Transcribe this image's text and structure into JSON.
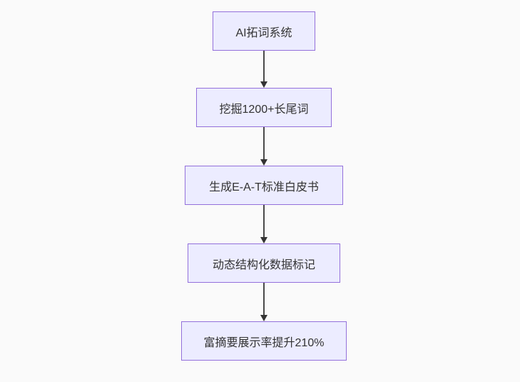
{
  "page": {
    "background_color": "#fafafa"
  },
  "diagram": {
    "type": "flowchart",
    "direction": "top-down",
    "node_fill_color": "#ECECFF",
    "node_border_color": "#9370DB",
    "text_color": "#333333",
    "arrow_color": "#333333",
    "nodes": [
      {
        "id": "node-1",
        "label": "AI拓词系统"
      },
      {
        "id": "node-2",
        "label": "挖掘1200+长尾词"
      },
      {
        "id": "node-3",
        "label": "生成E-A-T标准白皮书"
      },
      {
        "id": "node-4",
        "label": "动态结构化数据标记"
      },
      {
        "id": "node-5",
        "label": "富摘要展示率提升210%"
      }
    ],
    "edges": [
      {
        "from": "node-1",
        "to": "node-2"
      },
      {
        "from": "node-2",
        "to": "node-3"
      },
      {
        "from": "node-3",
        "to": "node-4"
      },
      {
        "from": "node-4",
        "to": "node-5"
      }
    ]
  }
}
